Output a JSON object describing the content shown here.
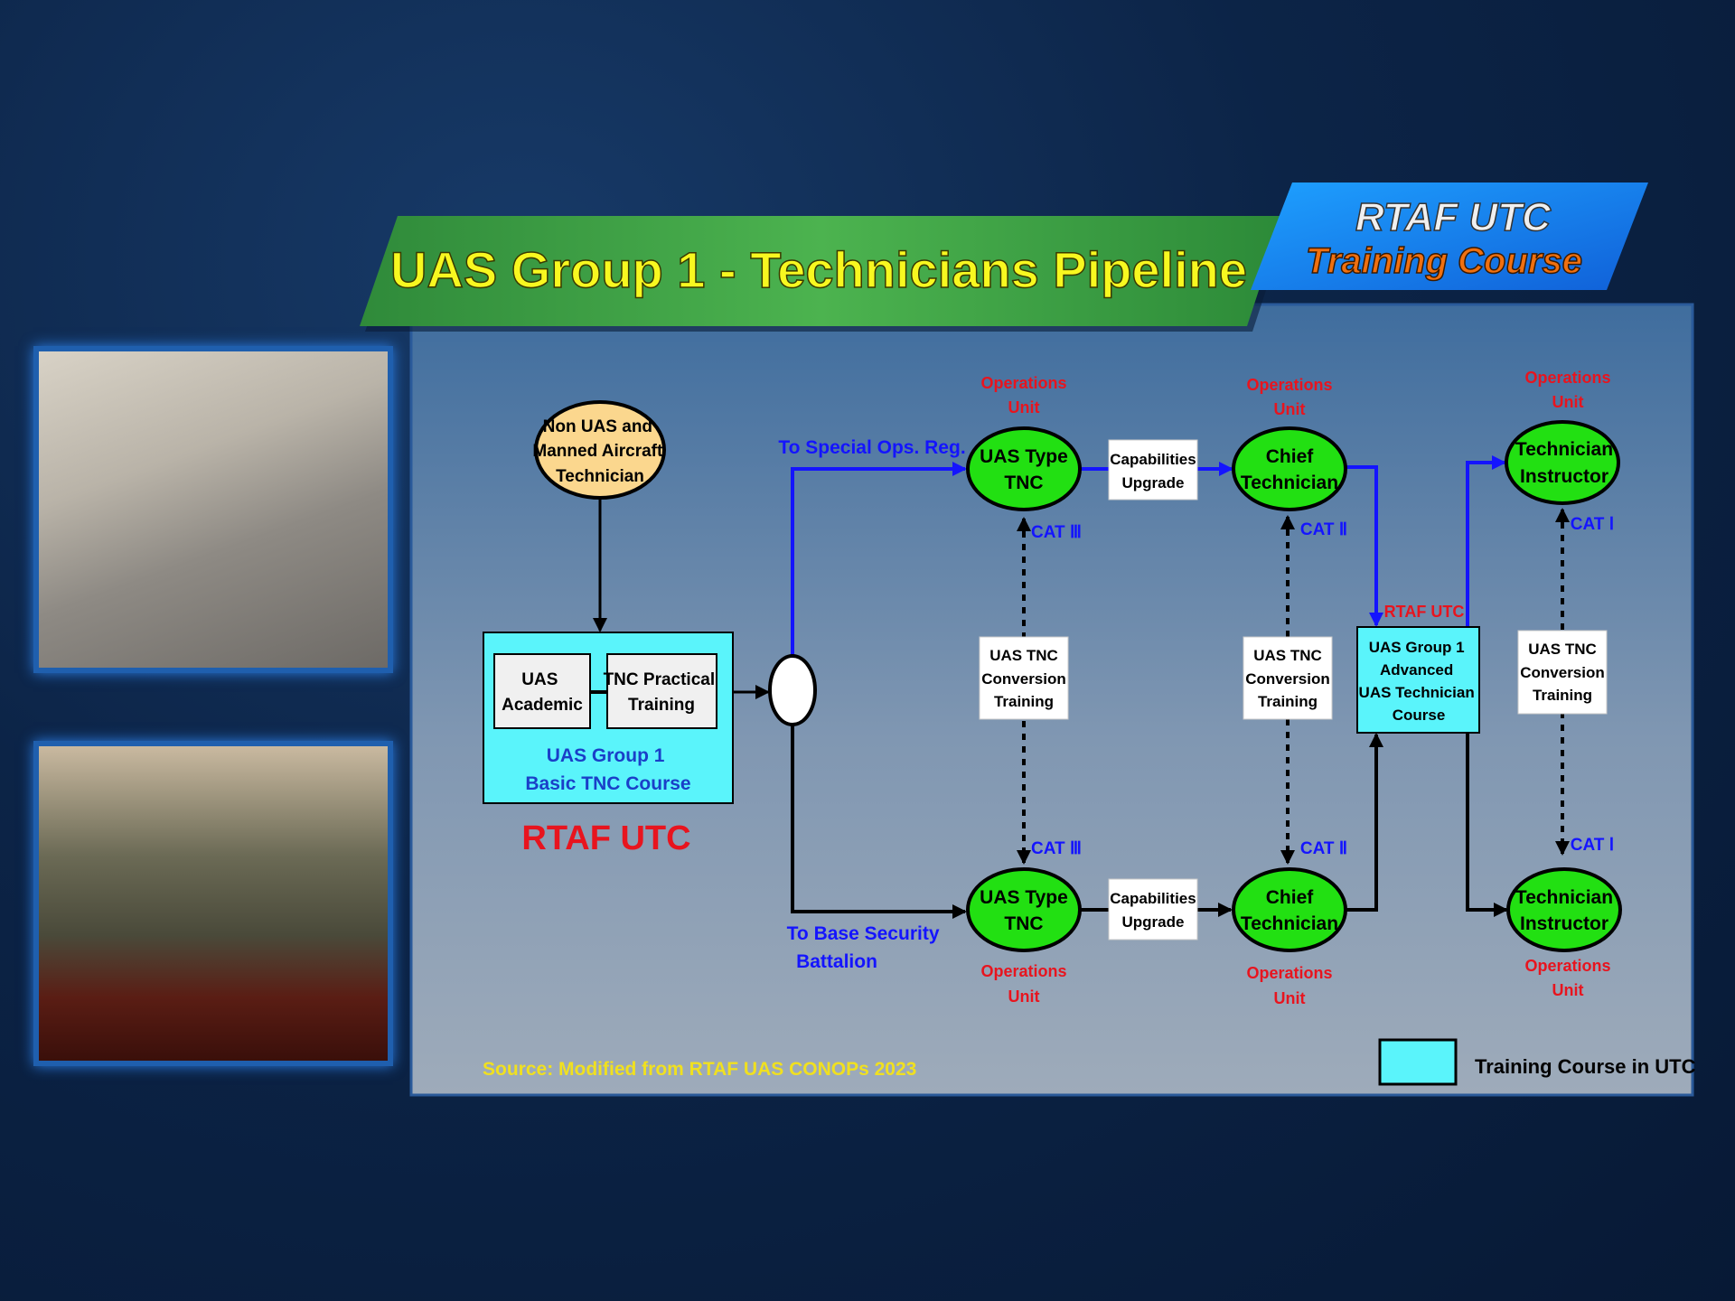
{
  "header": {
    "title": "UAS Group 1 - Technicians Pipeline",
    "badge_line1": "RTAF UTC",
    "badge_line2": "Training Course"
  },
  "diagram": {
    "start_node": [
      "Non UAS and",
      "Manned Aircraft",
      "Technician"
    ],
    "basic_course": {
      "academic": [
        "UAS",
        "Academic"
      ],
      "practical": [
        "TNC Practical",
        "Training"
      ],
      "title": [
        "UAS Group 1",
        "Basic TNC Course"
      ],
      "provider": "RTAF UTC"
    },
    "top_branch_label": "To Special Ops. Reg.",
    "bottom_branch_label": [
      "To Base Security",
      "Battalion"
    ],
    "ops_unit": [
      "Operations",
      "Unit"
    ],
    "uas_type_tnc": [
      "UAS Type",
      "TNC"
    ],
    "capabilities_upgrade": [
      "Capabilities",
      "Upgrade"
    ],
    "chief_technician": [
      "Chief",
      "Technician"
    ],
    "technician_instructor": [
      "Technician",
      "Instructor"
    ],
    "conversion_training": [
      "UAS TNC",
      "Conversion",
      "Training"
    ],
    "cat_iii": "CAT Ⅲ",
    "cat_ii": "CAT Ⅱ",
    "cat_i": "CAT Ⅰ",
    "advanced_provider": "RTAF UTC",
    "advanced_course": [
      "UAS Group 1",
      "Advanced",
      "UAS Technician",
      "Course"
    ]
  },
  "footer": {
    "source": "Source: Modified from RTAF UAS CONOPs 2023",
    "legend_label": "Training Course in UTC"
  },
  "colors": {
    "green_node": "#22e012",
    "cyan_box": "#5af4fb",
    "blue_line": "#1414ff",
    "red_text": "#e8141e"
  }
}
